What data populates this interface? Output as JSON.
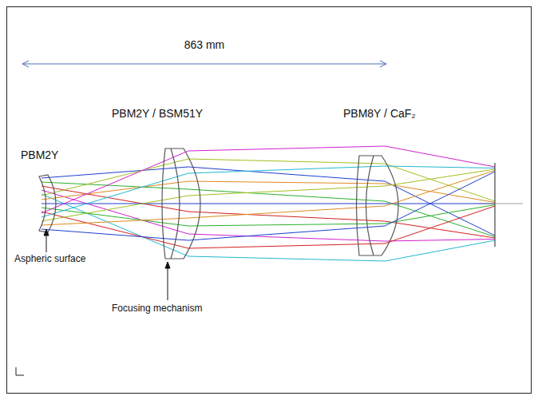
{
  "diagram": {
    "labels": [
      "863 mm",
      "PBM2Y / BSM51Y",
      "PBM8Y / CaF₂",
      "PBM2Y",
      "Aspheric surface",
      "Focusing mechanism"
    ]
  }
}
